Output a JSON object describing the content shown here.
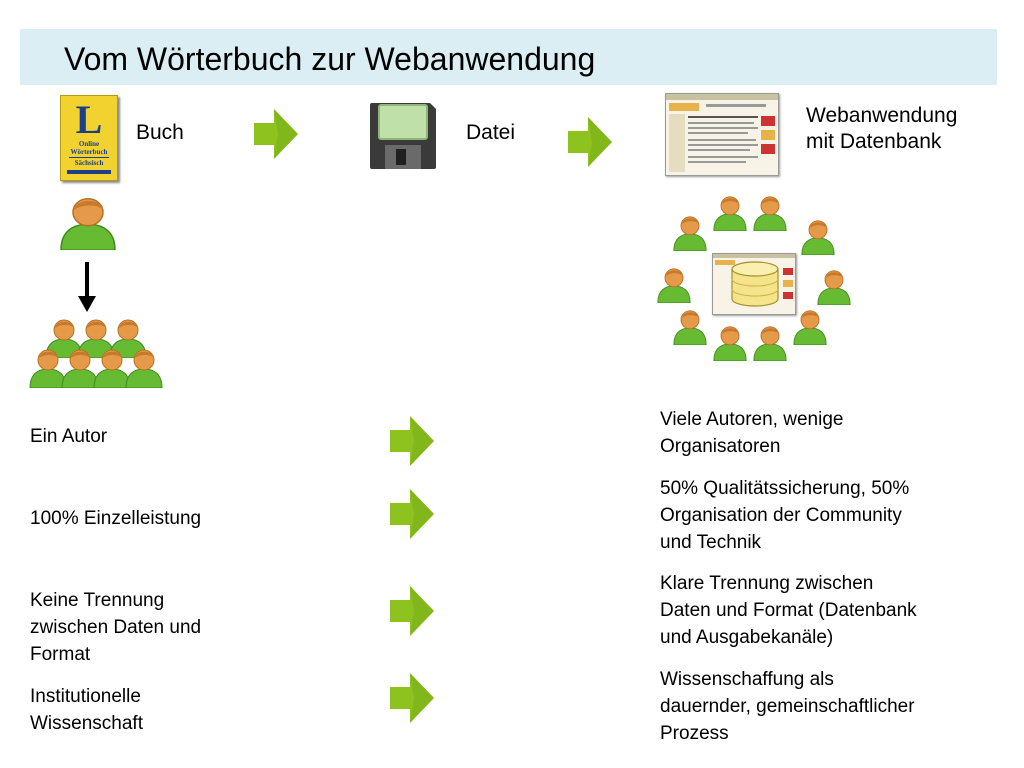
{
  "slide": {
    "title": "Vom Wörterbuch zur Webanwendung"
  },
  "stages": {
    "book_label": "Buch",
    "file_label": "Datei",
    "web_label_line1": "Webanwendung",
    "web_label_line2": "mit Datenbank"
  },
  "book_cover": {
    "letter": "L",
    "line1": "Online",
    "line2": "Wörterbuch",
    "line3": "Sächsisch"
  },
  "comparison": [
    {
      "left": [
        "Ein Autor"
      ],
      "right": [
        "Viele Autoren, wenige",
        "Organisatoren"
      ]
    },
    {
      "left": [
        "100% Einzelleistung"
      ],
      "right": [
        "50% Qualitätssicherung, 50%",
        "Organisation der Community",
        "und Technik"
      ]
    },
    {
      "left": [
        "Keine Trennung",
        "zwischen Daten und",
        "Format"
      ],
      "right": [
        "Klare Trennung zwischen",
        "Daten und Format (Datenbank",
        "und Ausgabekanäle)"
      ]
    },
    {
      "left": [
        "Institutionelle",
        "Wissenschaft"
      ],
      "right": [
        "Wissenschaffung als",
        "dauernder, gemeinschaftlicher",
        "Prozess"
      ]
    }
  ],
  "colors": {
    "title_bar": "#daeef3",
    "arrow_green": "#8dc21f",
    "person_body": "#66bb33",
    "person_head": "#e59a4a",
    "database": "#f5e48a"
  },
  "icons": [
    "book-icon",
    "floppy-disk-icon",
    "web-application-icon",
    "person-icon",
    "database-icon",
    "arrow-right-icon",
    "arrow-down-icon"
  ]
}
